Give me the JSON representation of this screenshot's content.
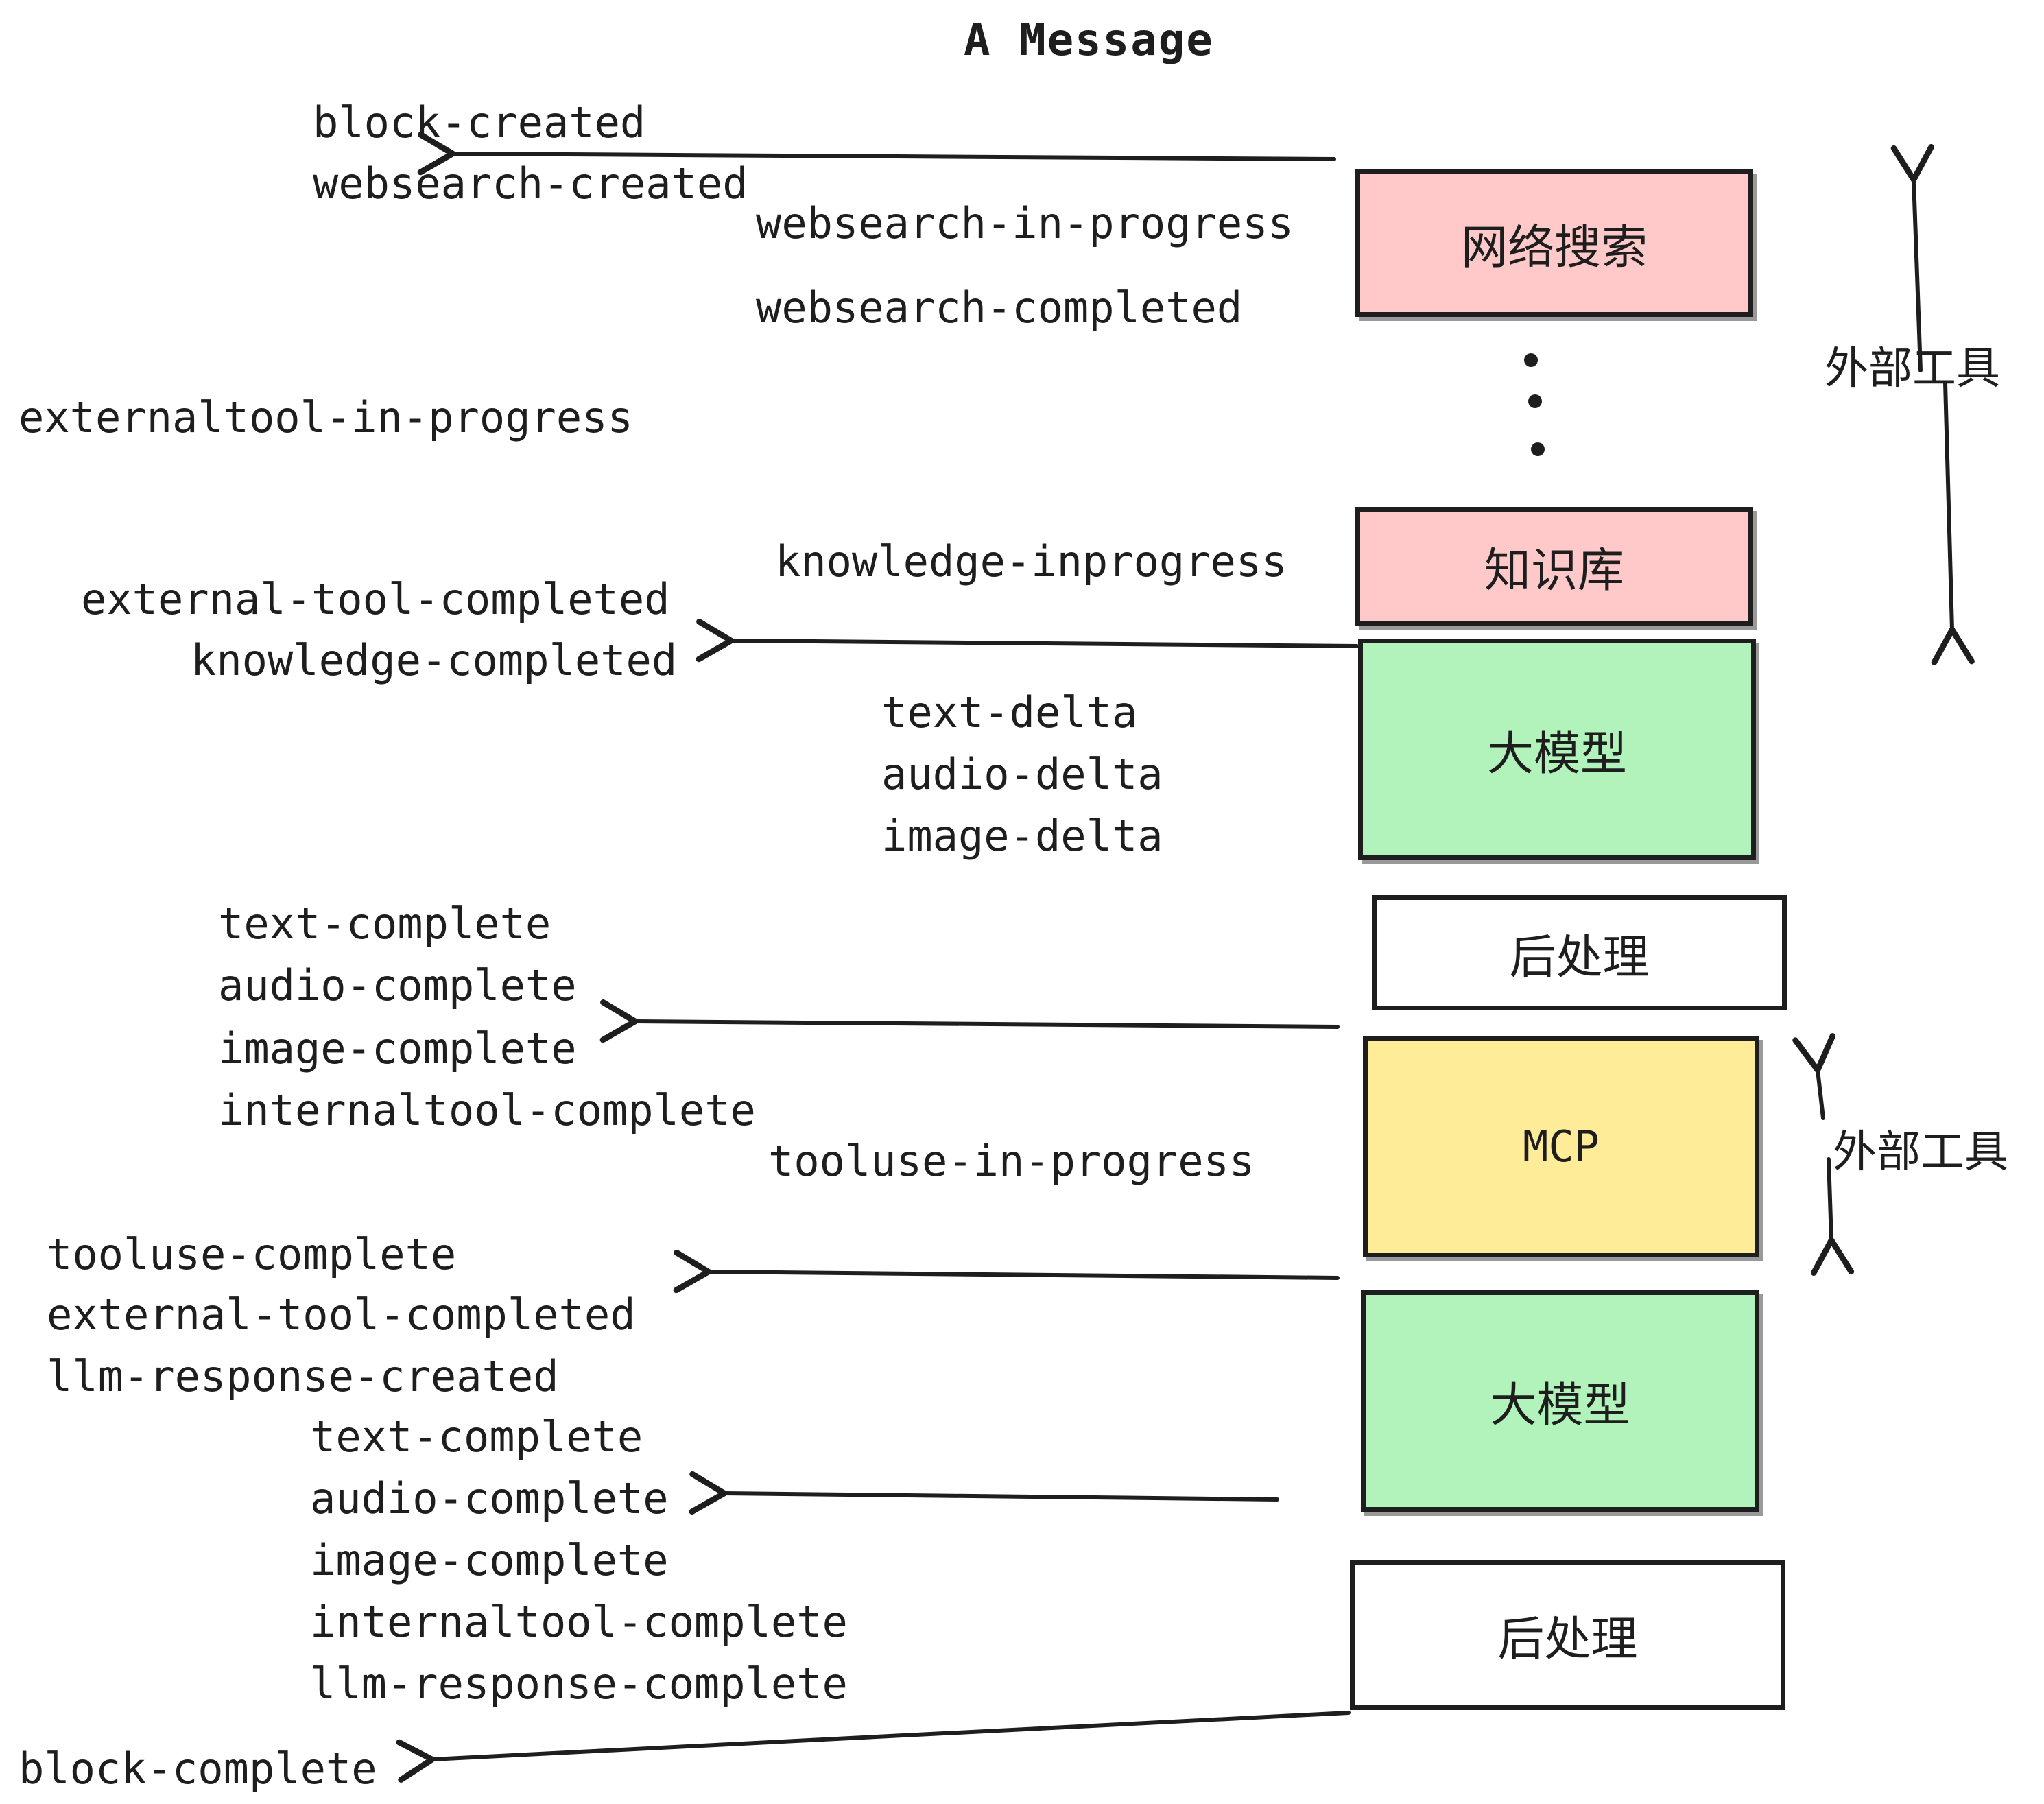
{
  "title": "A Message",
  "colors": {
    "ink": "#1e1e1e",
    "pink_fill": "#ffc9c9",
    "green_fill": "#b2f2bb",
    "yellow_fill": "#ffec99",
    "white_fill": "#ffffff"
  },
  "boxes": [
    {
      "id": "websearch",
      "label": "网络搜索",
      "fill": "#ffc9c9"
    },
    {
      "id": "knowledge",
      "label": "知识库",
      "fill": "#ffc9c9"
    },
    {
      "id": "llm-1",
      "label": "大模型",
      "fill": "#b2f2bb"
    },
    {
      "id": "post-1",
      "label": "后处理",
      "fill": "#ffffff"
    },
    {
      "id": "mcp",
      "label": "MCP",
      "fill": "#ffec99"
    },
    {
      "id": "llm-2",
      "label": "大模型",
      "fill": "#b2f2bb"
    },
    {
      "id": "post-2",
      "label": "后处理",
      "fill": "#ffffff"
    }
  ],
  "side_labels": [
    {
      "id": "external-tools-1",
      "label": "外部工具"
    },
    {
      "id": "external-tools-2",
      "label": "外部工具"
    }
  ],
  "events": [
    {
      "label": "block-created"
    },
    {
      "label": "websearch-created"
    },
    {
      "label": "websearch-in-progress"
    },
    {
      "label": "websearch-completed"
    },
    {
      "label": "externaltool-in-progress"
    },
    {
      "label": "knowledge-inprogress"
    },
    {
      "label": "external-tool-completed"
    },
    {
      "label": "knowledge-completed"
    },
    {
      "label": "text-delta"
    },
    {
      "label": "audio-delta"
    },
    {
      "label": "image-delta"
    },
    {
      "label": "text-complete"
    },
    {
      "label": "audio-complete"
    },
    {
      "label": "image-complete"
    },
    {
      "label": "internaltool-complete"
    },
    {
      "label": "tooluse-in-progress"
    },
    {
      "label": "tooluse-complete"
    },
    {
      "label": "external-tool-completed"
    },
    {
      "label": "llm-response-created"
    },
    {
      "label": "text-complete"
    },
    {
      "label": "audio-complete"
    },
    {
      "label": "image-complete"
    },
    {
      "label": "internaltool-complete"
    },
    {
      "label": "llm-response-complete"
    },
    {
      "label": "block-complete"
    }
  ],
  "icons": {
    "ellipsis_dots": "vertical-ellipsis between websearch and knowledge boxes"
  }
}
